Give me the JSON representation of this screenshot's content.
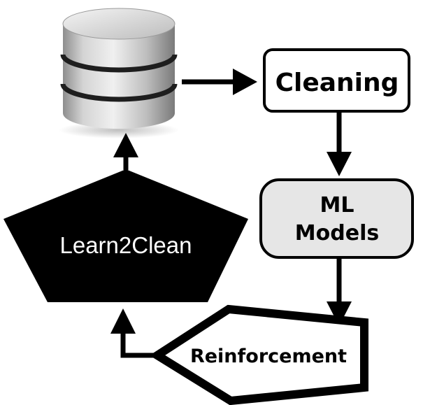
{
  "nodes": {
    "database": {
      "icon": "database-icon"
    },
    "cleaning": {
      "label": "Cleaning"
    },
    "ml_models": {
      "label_line1": "ML",
      "label_line2": "Models"
    },
    "reinforcement": {
      "label": "Reinforcement"
    },
    "learn2clean": {
      "label": "Learn2Clean"
    }
  },
  "colors": {
    "ink": "#000000",
    "background": "#ffffff",
    "ml_fill": "#e6e6e6",
    "learn2clean_fill": "#000000",
    "learn2clean_text": "#ffffff"
  }
}
